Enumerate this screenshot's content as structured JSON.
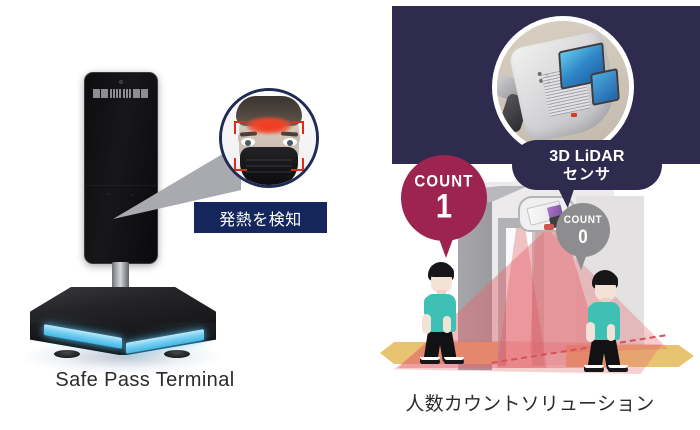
{
  "left_panel": {
    "caption": "Safe Pass Terminal",
    "fever_banner": {
      "text": "発熱を検知"
    },
    "device": {
      "name": "safe-pass-terminal",
      "screen_color": "#111114",
      "led_color": "#7fd2f3",
      "base_color": "#1d1d20"
    },
    "face_detection": {
      "bracket_color": "#e02a1c",
      "heat_color": "#ef4426",
      "circle_border_color": "#1d2b55",
      "mask_color": "#141416"
    }
  },
  "right_panel": {
    "caption": "人数カウントソリューション",
    "backdrop_color": "#2e2b4e",
    "lidar_label": {
      "line1": "3D LiDAR",
      "line2": "センサ"
    },
    "count_badges": [
      {
        "id": "count-badge-primary",
        "label": "COUNT",
        "value": "1",
        "color": "#9e2450"
      },
      {
        "id": "count-badge-secondary",
        "label": "COUNT",
        "value": "0",
        "color": "#8d8d90"
      }
    ],
    "scene": {
      "detection_cone_color": "#e4686e",
      "floor_arrow_color": "#e8c372",
      "person_shirt_color": "#3fc0b4",
      "person_pants_color": "#121214",
      "wall_color": "#eceaea"
    }
  }
}
